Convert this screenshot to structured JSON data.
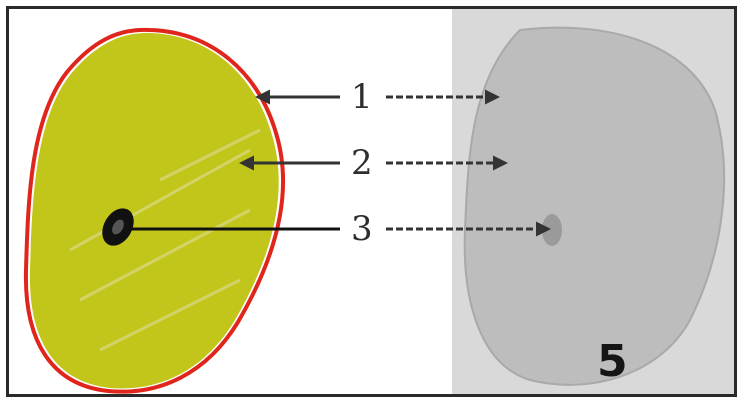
{
  "labels": [
    {
      "id": "1",
      "text": "1"
    },
    {
      "id": "2",
      "text": "2"
    },
    {
      "id": "3",
      "text": "3"
    }
  ],
  "panel_number": "5",
  "colors": {
    "cytoplasm_highlight": "#c3c61a",
    "membrane_outline": "#e0251c",
    "nucleus": "#111111",
    "photo_background": "#d9d9d9",
    "photo_cell": "#b9b9b9",
    "arrow": "#333333"
  }
}
